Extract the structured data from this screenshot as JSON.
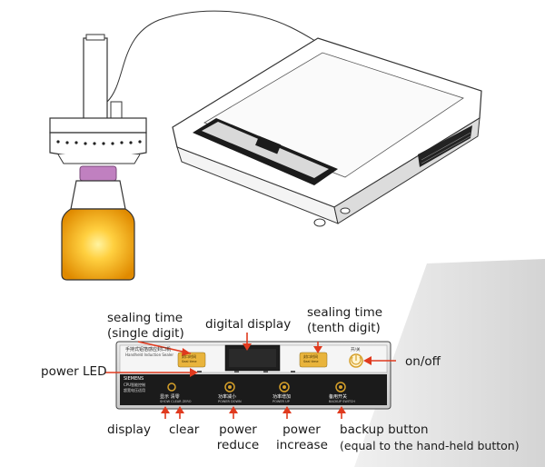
{
  "labels": {
    "sealing_time_single_1": "sealing time",
    "sealing_time_single_2": "(single digit)",
    "digital_display": "digital display",
    "sealing_time_tenth_1": "sealing time",
    "sealing_time_tenth_2": "(tenth digit)",
    "power_led": "power LED",
    "on_off": "on/off",
    "display": "display",
    "clear": "clear",
    "power_reduce_1": "power",
    "power_reduce_2": "reduce",
    "power_increase_1": "power",
    "power_increase_2": "increase",
    "backup_1": "backup button",
    "backup_2": "(equal to the hand-held button)"
  },
  "panel": {
    "title_cn": "手持式铝箔感应封口机",
    "title_en": "Handheld Induction Sealer",
    "brand": "SIEMENS",
    "line_cn_1": "CPU智能控制",
    "line_cn_2": "超宽电压适用",
    "btn_display_clear_cn": "显示  清零",
    "btn_display_clear_en": "SHOW  CLEAR ZERO",
    "btn_reduce_cn": "功率减小",
    "btn_reduce_en": "POWER DOWN",
    "btn_increase_cn": "功率增加",
    "btn_increase_en": "POWER UP",
    "btn_backup_cn": "备用开关",
    "btn_backup_en": "BACKUP SWITCH",
    "seal_box_cn": "封口时间",
    "seal_box_en": "Seal time",
    "onoff_cn": "开/关"
  },
  "colors": {
    "arrow": "#e03a1e",
    "panel_body": "#1b1b1b",
    "panel_light": "#f2f2f2",
    "gold": "#d6a02a",
    "bottle": "#f2a81a",
    "cap": "#c080c0"
  }
}
